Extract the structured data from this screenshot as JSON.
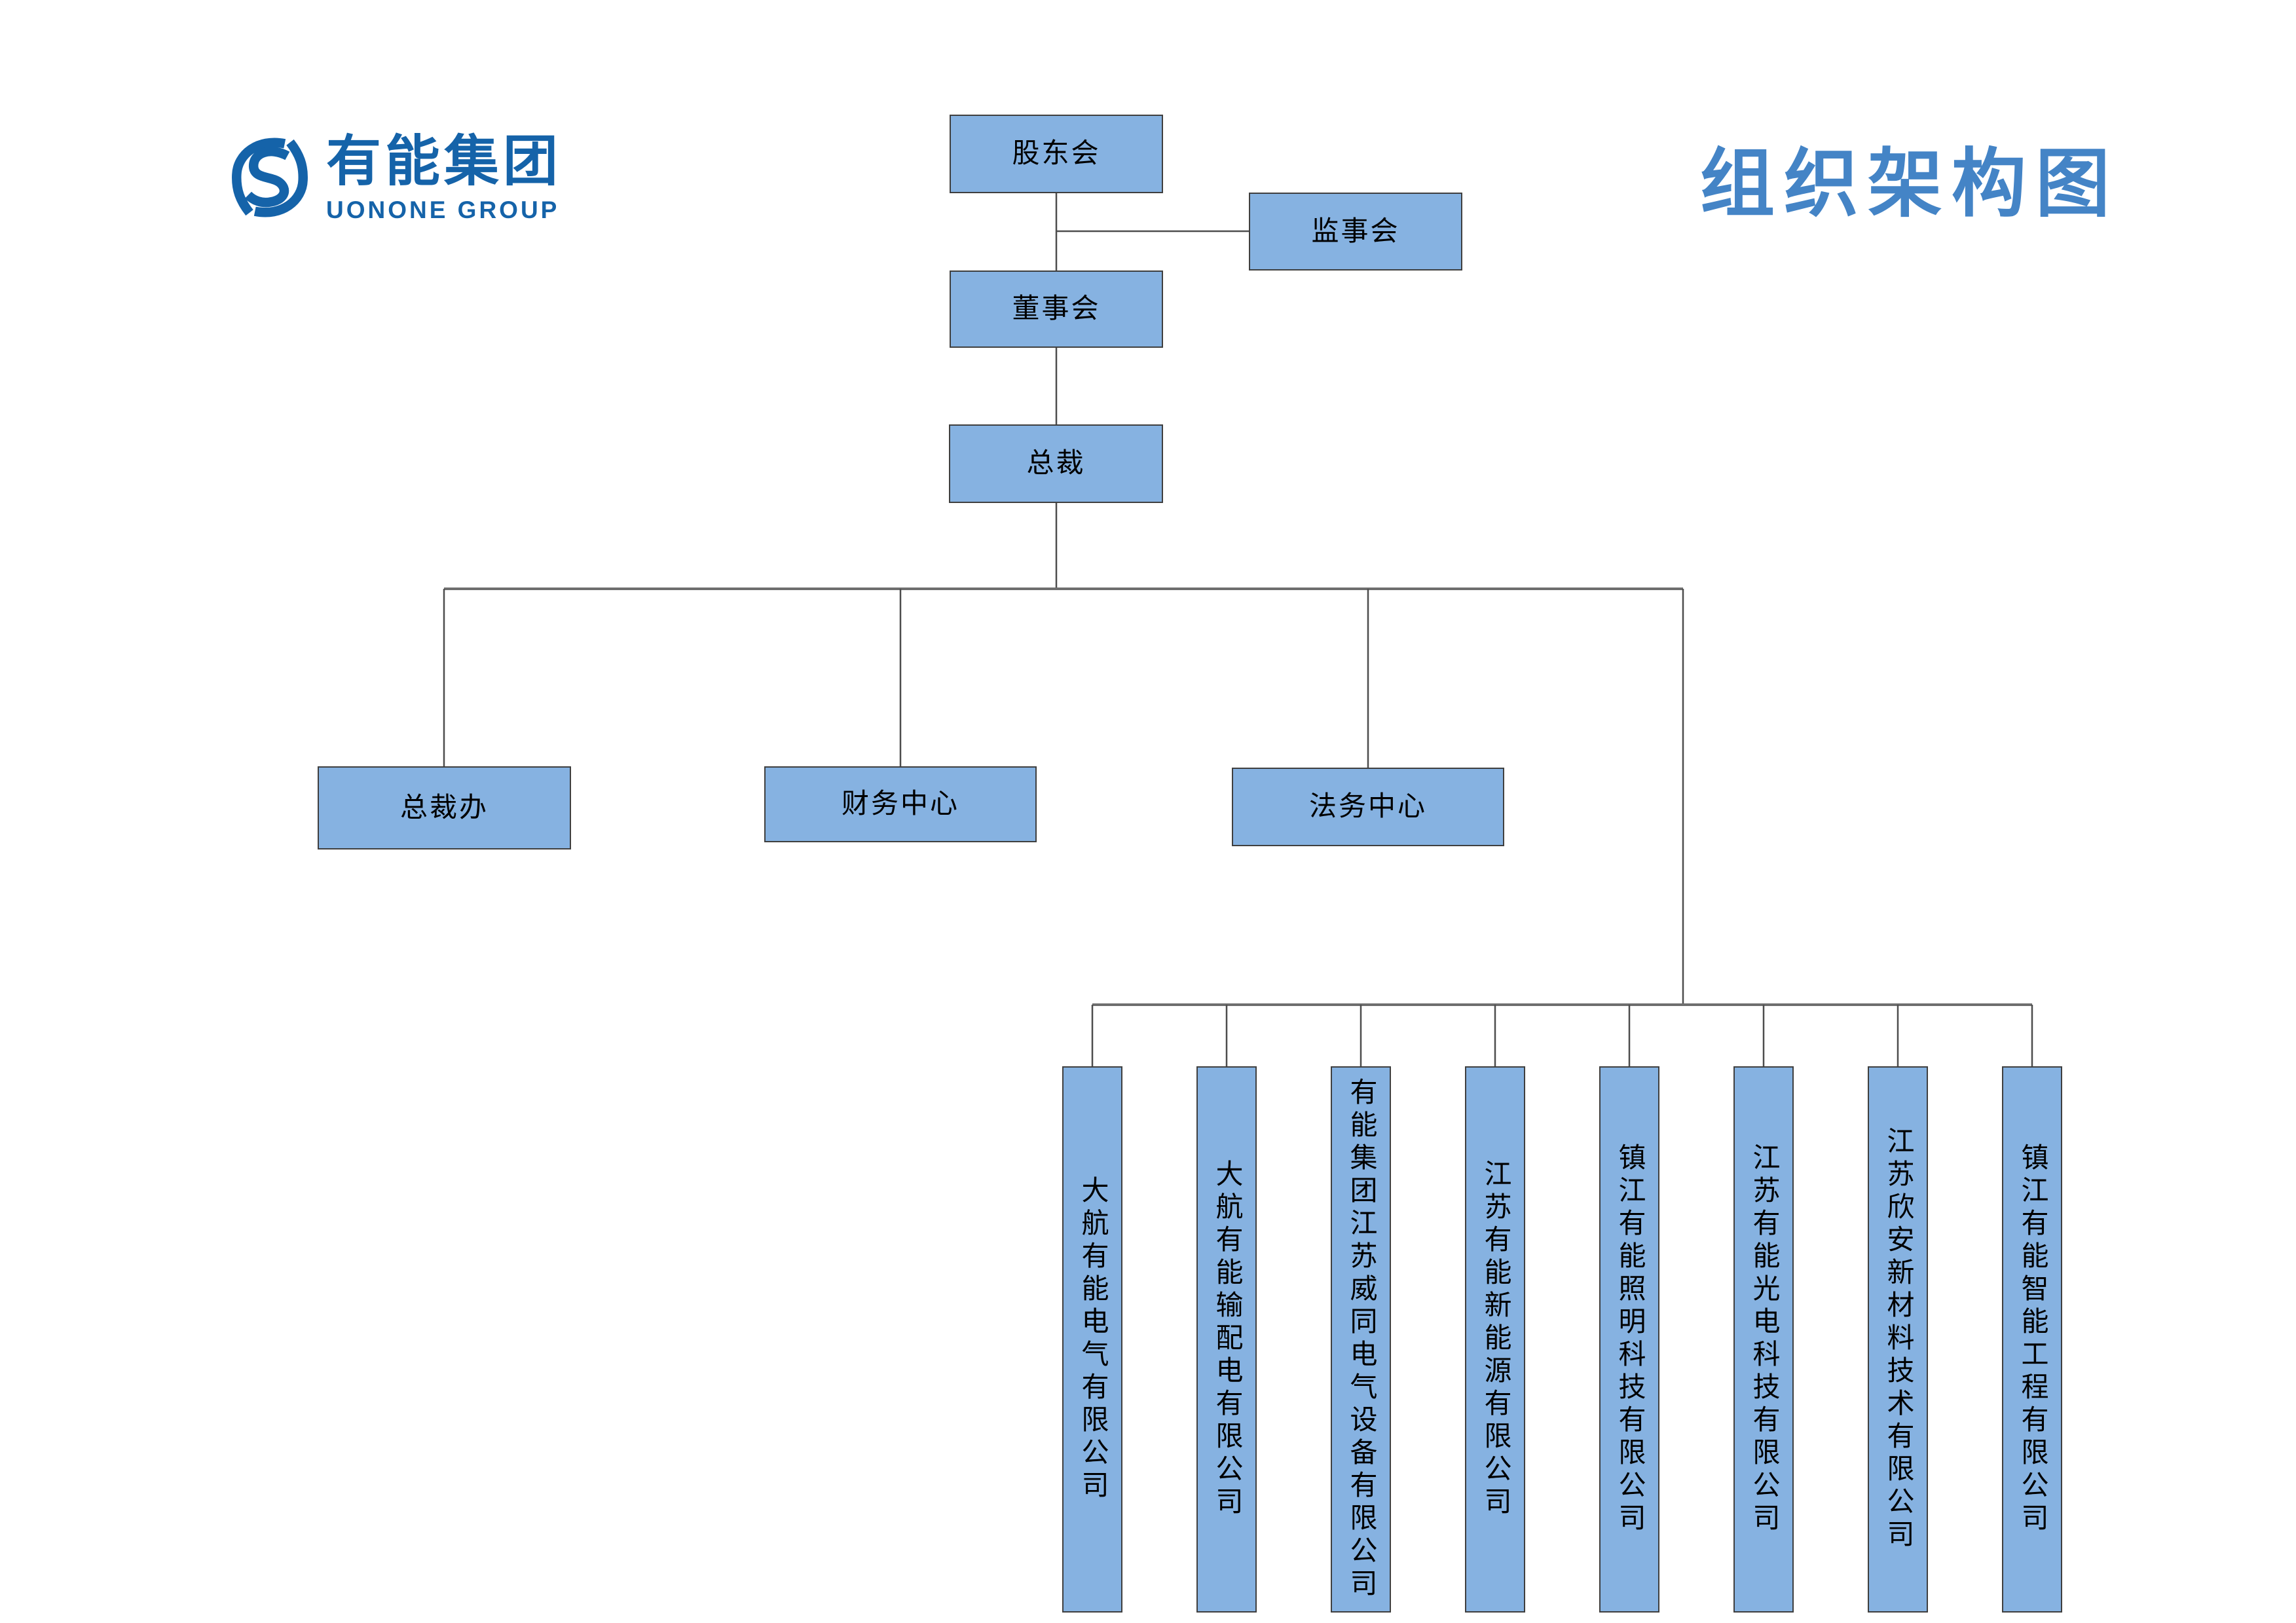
{
  "logo": {
    "icon": "s-leaf-logo-mark",
    "name_zh": "有能集团",
    "name_en": "UONONE GROUP"
  },
  "title": "组织架构图",
  "colors": {
    "brand_blue": "#1563A9",
    "title_blue": "#4484C6",
    "node_fill": "#86B2E1",
    "node_border": "#3f3f3f",
    "line_color": "#4d4d4d",
    "trunk_color": "#6e6e6e"
  },
  "org": {
    "shareholders": {
      "label": "股东会"
    },
    "supervisory": {
      "label": "监事会"
    },
    "board": {
      "label": "董事会"
    },
    "president": {
      "label": "总裁"
    },
    "departments": [
      {
        "label": "总裁办"
      },
      {
        "label": "财务中心"
      },
      {
        "label": "法务中心"
      }
    ],
    "subsidiaries": [
      {
        "name": "大航有能电气有限公司"
      },
      {
        "name": "大航有能输配电有限公司"
      },
      {
        "name": "有能集团江苏威同电气设备有限公司"
      },
      {
        "name": "江苏有能新能源有限公司"
      },
      {
        "name": "镇江有能照明科技有限公司"
      },
      {
        "name": "江苏有能光电科技有限公司"
      },
      {
        "name": "江苏欣安新材料技术有限公司"
      },
      {
        "name": "镇江有能智能工程有限公司"
      }
    ]
  }
}
